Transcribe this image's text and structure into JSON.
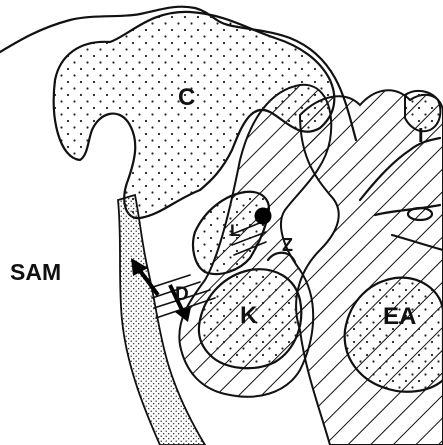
{
  "labels": {
    "c": "C",
    "sam": "SAM",
    "l": "L",
    "z": "Z",
    "d": "D",
    "k": "K",
    "ea": "EA",
    "i": "I"
  }
}
